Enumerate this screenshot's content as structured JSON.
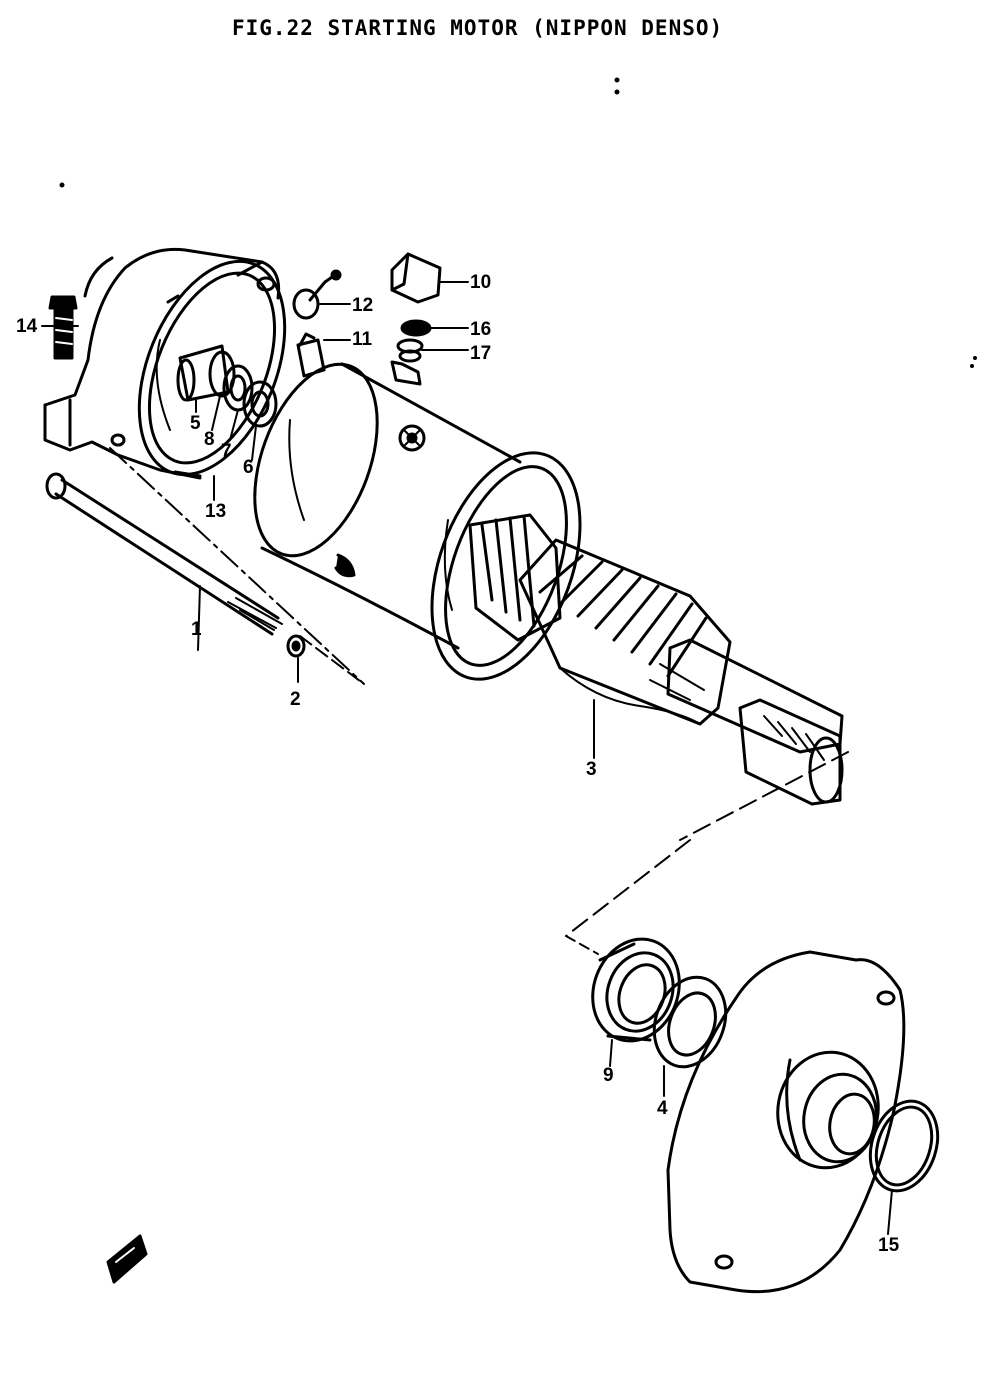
{
  "title": "FIG.22  STARTING MOTOR (NIPPON DENSO)",
  "callouts": {
    "p1": "1",
    "p2": "2",
    "p3": "3",
    "p4": "4",
    "p5": "5",
    "p6": "6",
    "p7": "7",
    "p8": "8",
    "p9": "9",
    "p10": "10",
    "p11": "11",
    "p12": "12",
    "p13": "13",
    "p14": "14",
    "p15": "15",
    "p16": "16",
    "p17": "17"
  },
  "colors": {
    "ink": "#000000",
    "paper": "#ffffff"
  }
}
